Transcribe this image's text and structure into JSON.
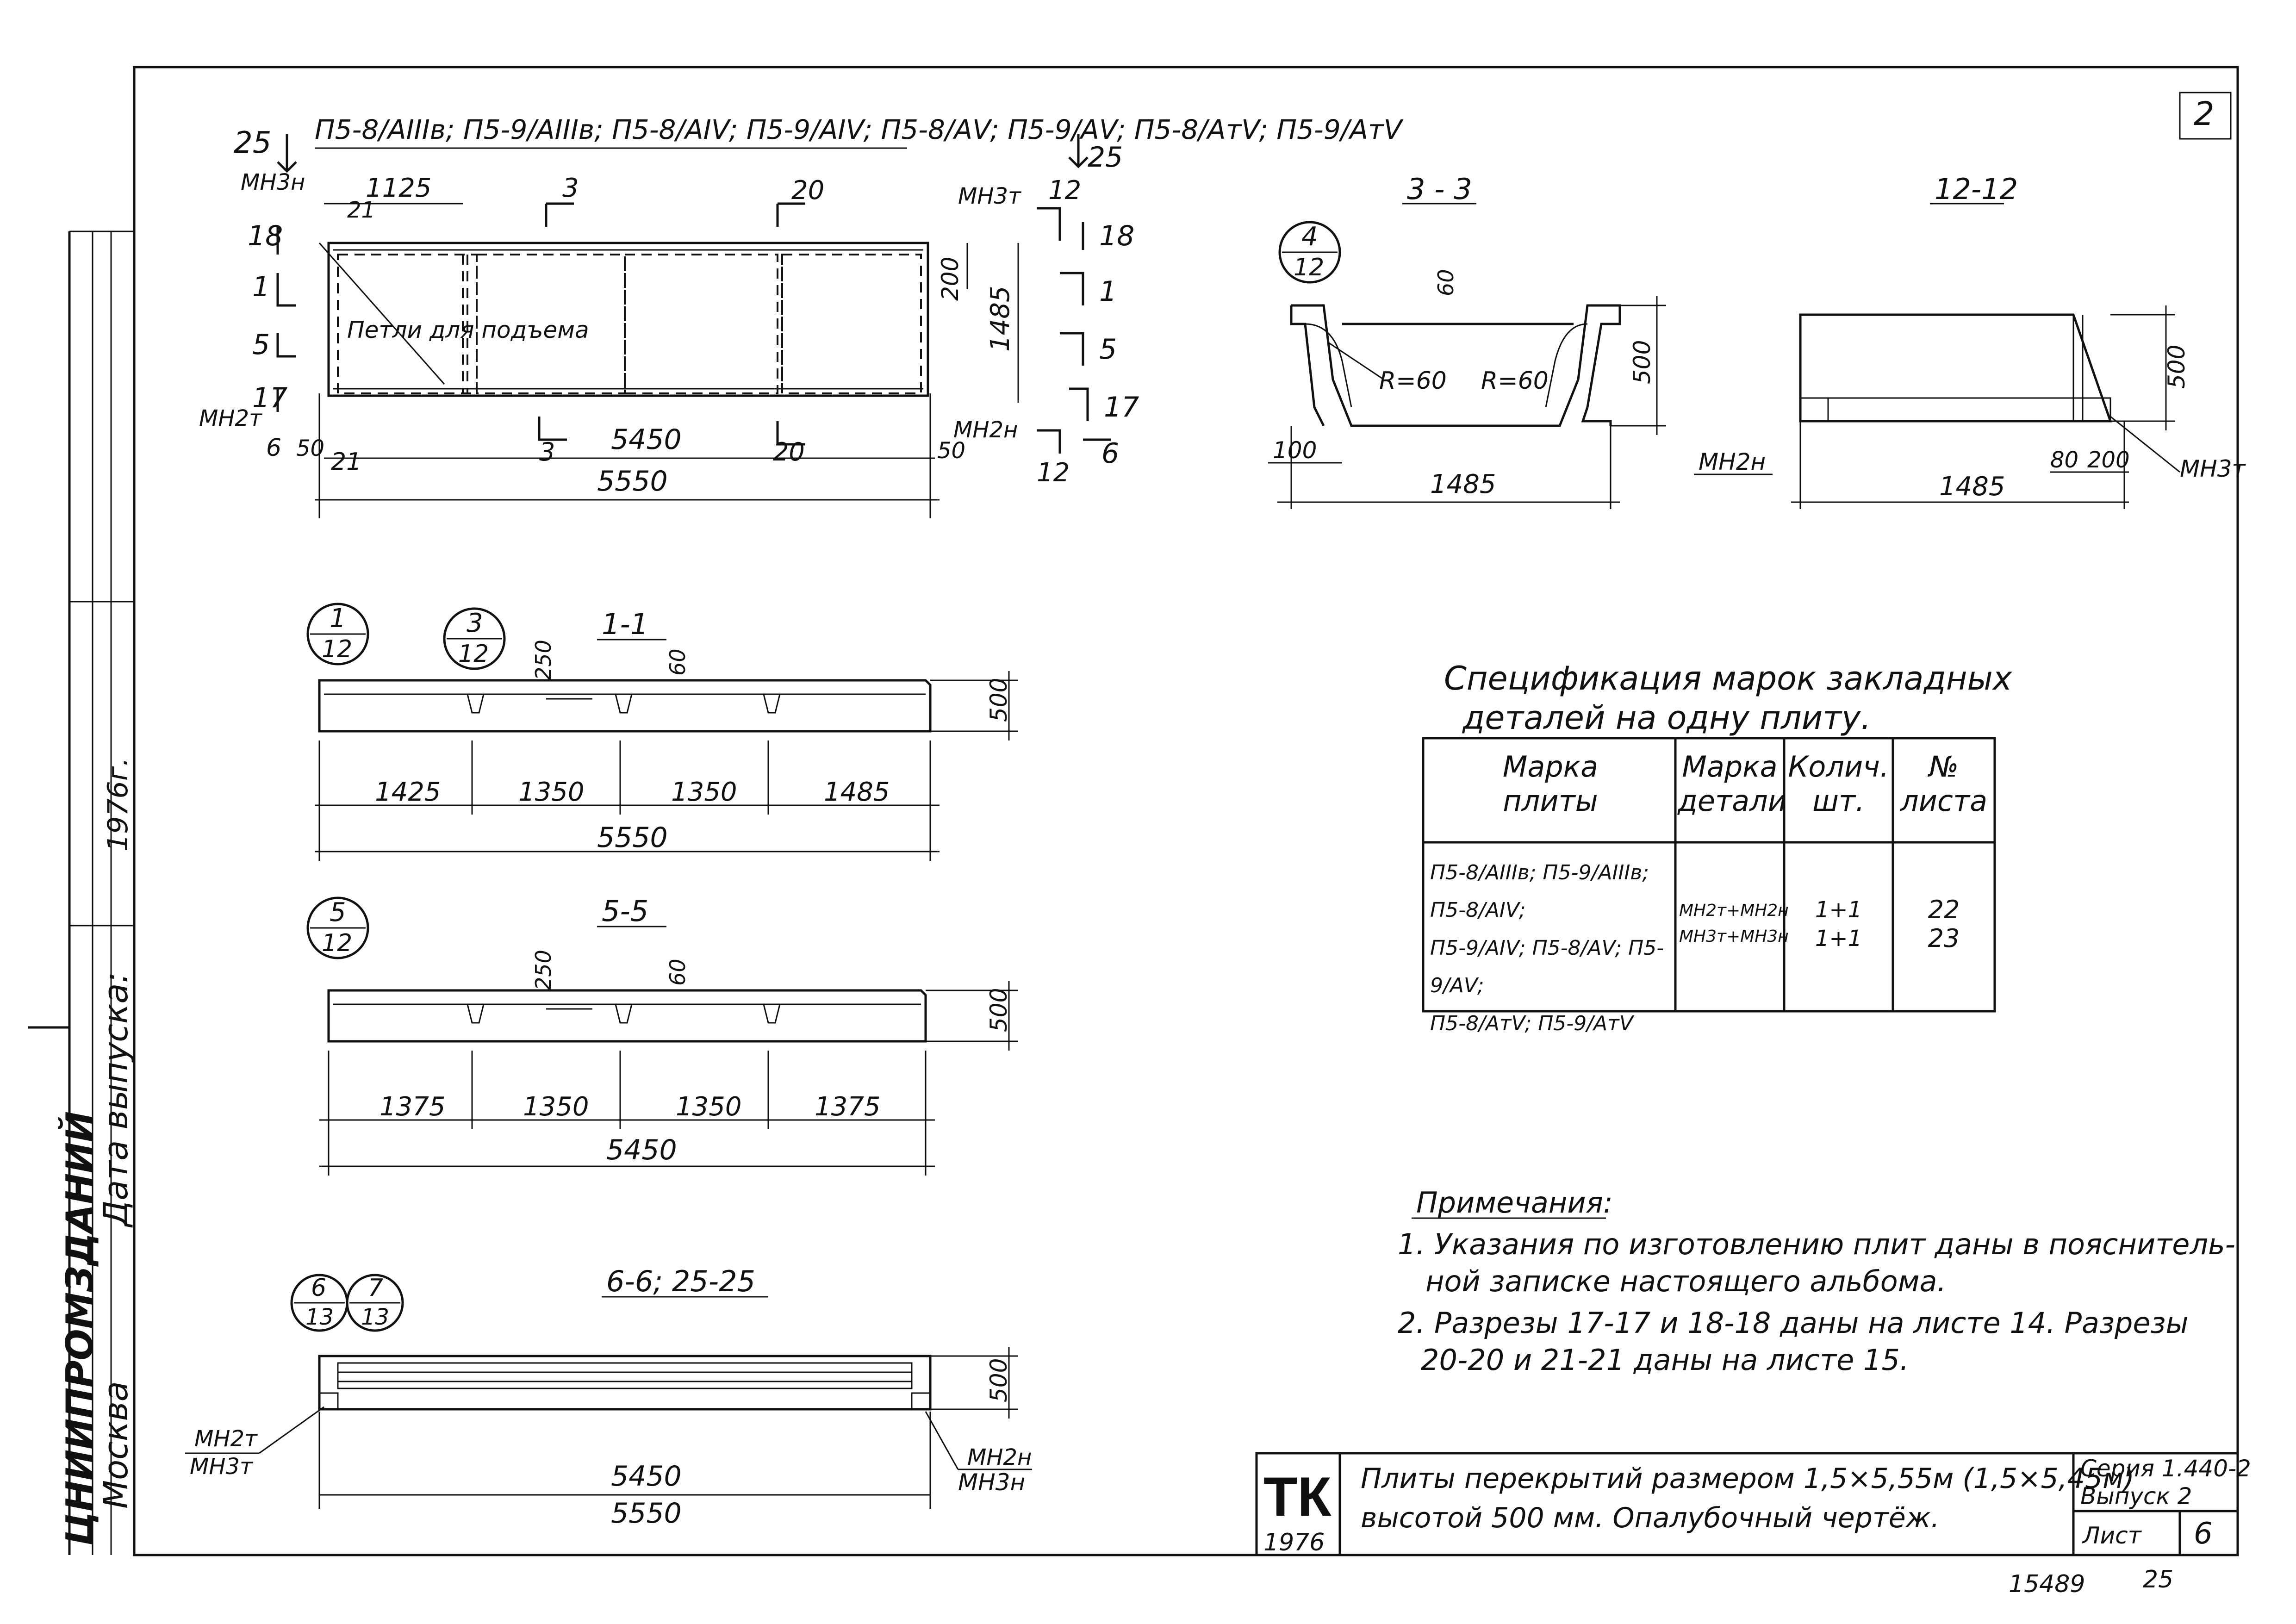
{
  "sheet_corner_number": "2",
  "plan": {
    "marks_header": "П5-8/АIIIв; П5-9/АIIIв; П5-8/АIV; П5-9/АIV; П5-8/АV; П5-9/АV; П5-8/АтV; П5-9/АтV",
    "cut_25": "25",
    "cut_3": "3",
    "cut_20": "20",
    "cut_21": "21",
    "cut_12": "12",
    "cut_18": "18",
    "cut_1": "1",
    "cut_5": "5",
    "cut_17": "17",
    "cut_6": "6",
    "mark_mn3n": "МН3н",
    "mark_mn3t": "МН3т",
    "mark_mn2t": "МН2т",
    "mark_mn2n": "МН2н",
    "dim_1125": "1125",
    "dim_200": "200",
    "dim_1485": "1485",
    "dim_50a": "50",
    "dim_50b": "50",
    "dim_5450": "5450",
    "dim_5550": "5550",
    "loops_label": "Петли для подъема"
  },
  "section_3_3": {
    "title": "3 - 3",
    "ref_top": "4",
    "ref_bottom": "12",
    "dim_60": "60",
    "r1": "R=60",
    "r2": "R=60",
    "dim_500": "500",
    "dim_100": "100",
    "dim_1485": "1485"
  },
  "section_12_12": {
    "title": "12-12",
    "dim_500": "500",
    "mark_left": "МН2н",
    "dim_80": "80",
    "dim_200": "200",
    "mark_right": "МН3т",
    "dim_1485": "1485"
  },
  "section_1_1": {
    "title": "1-1",
    "ref1_top": "1",
    "ref1_bottom": "12",
    "ref2_top": "3",
    "ref2_bottom": "12",
    "dim_250": "250",
    "dim_60": "60",
    "dim_500": "500",
    "spans": [
      "1425",
      "1350",
      "1350",
      "1485"
    ],
    "total": "5550"
  },
  "section_5_5": {
    "title": "5-5",
    "ref_top": "5",
    "ref_bottom": "12",
    "dim_250": "250",
    "dim_60": "60",
    "dim_500": "500",
    "spans": [
      "1375",
      "1350",
      "1350",
      "1375"
    ],
    "total": "5450"
  },
  "section_6_6": {
    "title": "6-6; 25-25",
    "ref1_top": "6",
    "ref1_bottom": "13",
    "ref2_top": "7",
    "ref2_bottom": "13",
    "dim_500": "500",
    "mark_left_1": "МН2т",
    "mark_left_2": "МН3т",
    "mark_right_1": "МН2н",
    "mark_right_2": "МН3н",
    "dim_5450": "5450",
    "dim_5550": "5550"
  },
  "spec": {
    "title_line1": "Спецификация марок закладных",
    "title_line2": "деталей на одну плиту.",
    "headers": [
      "Марка\nплиты",
      "Марка\nдетали",
      "Колич.\nшт.",
      "№\nлиста"
    ],
    "plate_marks": "П5-8/АIIIв; П5-9/АIIIв; П5-8/АIV;\nП5-9/АIV; П5-8/АV; П5-9/АV;\nП5-8/АтV; П5-9/АтV",
    "details": "МН2т+МН2н\nМН3т+МН3н",
    "qty": "1+1\n1+1",
    "sheets": "22\n23"
  },
  "notes": {
    "title": "Примечания:",
    "line1": "1. Указания по изготовлению плит даны в пояснитель-",
    "line2": "ной записке настоящего альбома.",
    "line3": "2. Разрезы 17-17 и 18-18 даны на листе 14. Разрезы",
    "line4": "20-20 и 21-21 даны на листе 15."
  },
  "title_block": {
    "logo": "ТК",
    "year": "1976",
    "name_line1": "Плиты перекрытий размером 1,5×5,55м (1,5×5,45м)",
    "name_line2": "высотой 500 мм. Опалубочный чертёж.",
    "series": "Серия 1.440-2",
    "issue": "Выпуск 2",
    "sheet_label": "Лист",
    "sheet_no": "6"
  },
  "side_stamp": {
    "org": "ЦНИИПРОМЗДАНИЙ",
    "city": "Москва",
    "date_label": "Дата выпуска:",
    "year": "1976г."
  },
  "bottom_numbers": {
    "left": "15489",
    "right": "25"
  }
}
